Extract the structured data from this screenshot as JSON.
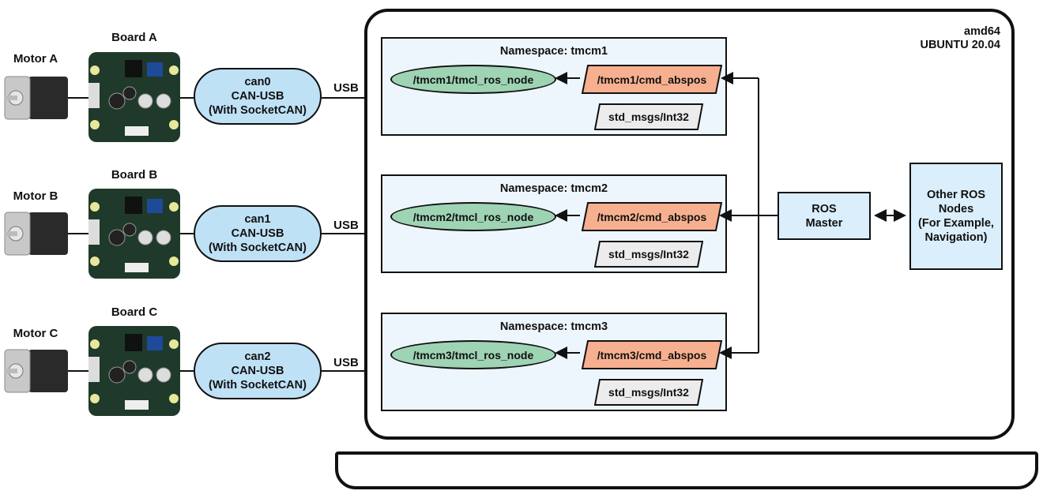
{
  "motors": [
    {
      "label": "Motor A"
    },
    {
      "label": "Motor B"
    },
    {
      "label": "Motor C"
    }
  ],
  "boards": [
    {
      "label": "Board A"
    },
    {
      "label": "Board B"
    },
    {
      "label": "Board C"
    }
  ],
  "adapters": [
    {
      "line1": "can0",
      "line2": "CAN-USB",
      "line3": "(With SocketCAN)",
      "link": "USB"
    },
    {
      "line1": "can1",
      "line2": "CAN-USB",
      "line3": "(With SocketCAN)",
      "link": "USB"
    },
    {
      "line1": "can2",
      "line2": "CAN-USB",
      "line3": "(With SocketCAN)",
      "link": "USB"
    }
  ],
  "computer": {
    "line1": "amd64",
    "line2": "UBUNTU 20.04"
  },
  "namespaces": [
    {
      "title": "Namespace: tmcm1",
      "node": "/tmcm1/tmcl_ros_node",
      "topic": "/tmcm1/cmd_abspos",
      "msg": "std_msgs/Int32"
    },
    {
      "title": "Namespace: tmcm2",
      "node": "/tmcm2/tmcl_ros_node",
      "topic": "/tmcm2/cmd_abspos",
      "msg": "std_msgs/Int32"
    },
    {
      "title": "Namespace: tmcm3",
      "node": "/tmcm3/tmcl_ros_node",
      "topic": "/tmcm3/cmd_abspos",
      "msg": "std_msgs/Int32"
    }
  ],
  "ros_master": {
    "line1": "ROS",
    "line2": "Master"
  },
  "other_nodes": {
    "line1": "Other ROS",
    "line2": "Nodes",
    "line3": "(For Example,",
    "line4": "Navigation)"
  },
  "colors": {
    "node_fill": "#9ed3b4",
    "topic_fill": "#f6b08f",
    "msg_fill": "#ececec",
    "adapter_fill": "#bfe1f6",
    "namespace_fill": "#eef6fd",
    "master_fill": "#daeefb",
    "board_pcb": "#1f3a2b",
    "motor_body": "#2a2a2a"
  }
}
